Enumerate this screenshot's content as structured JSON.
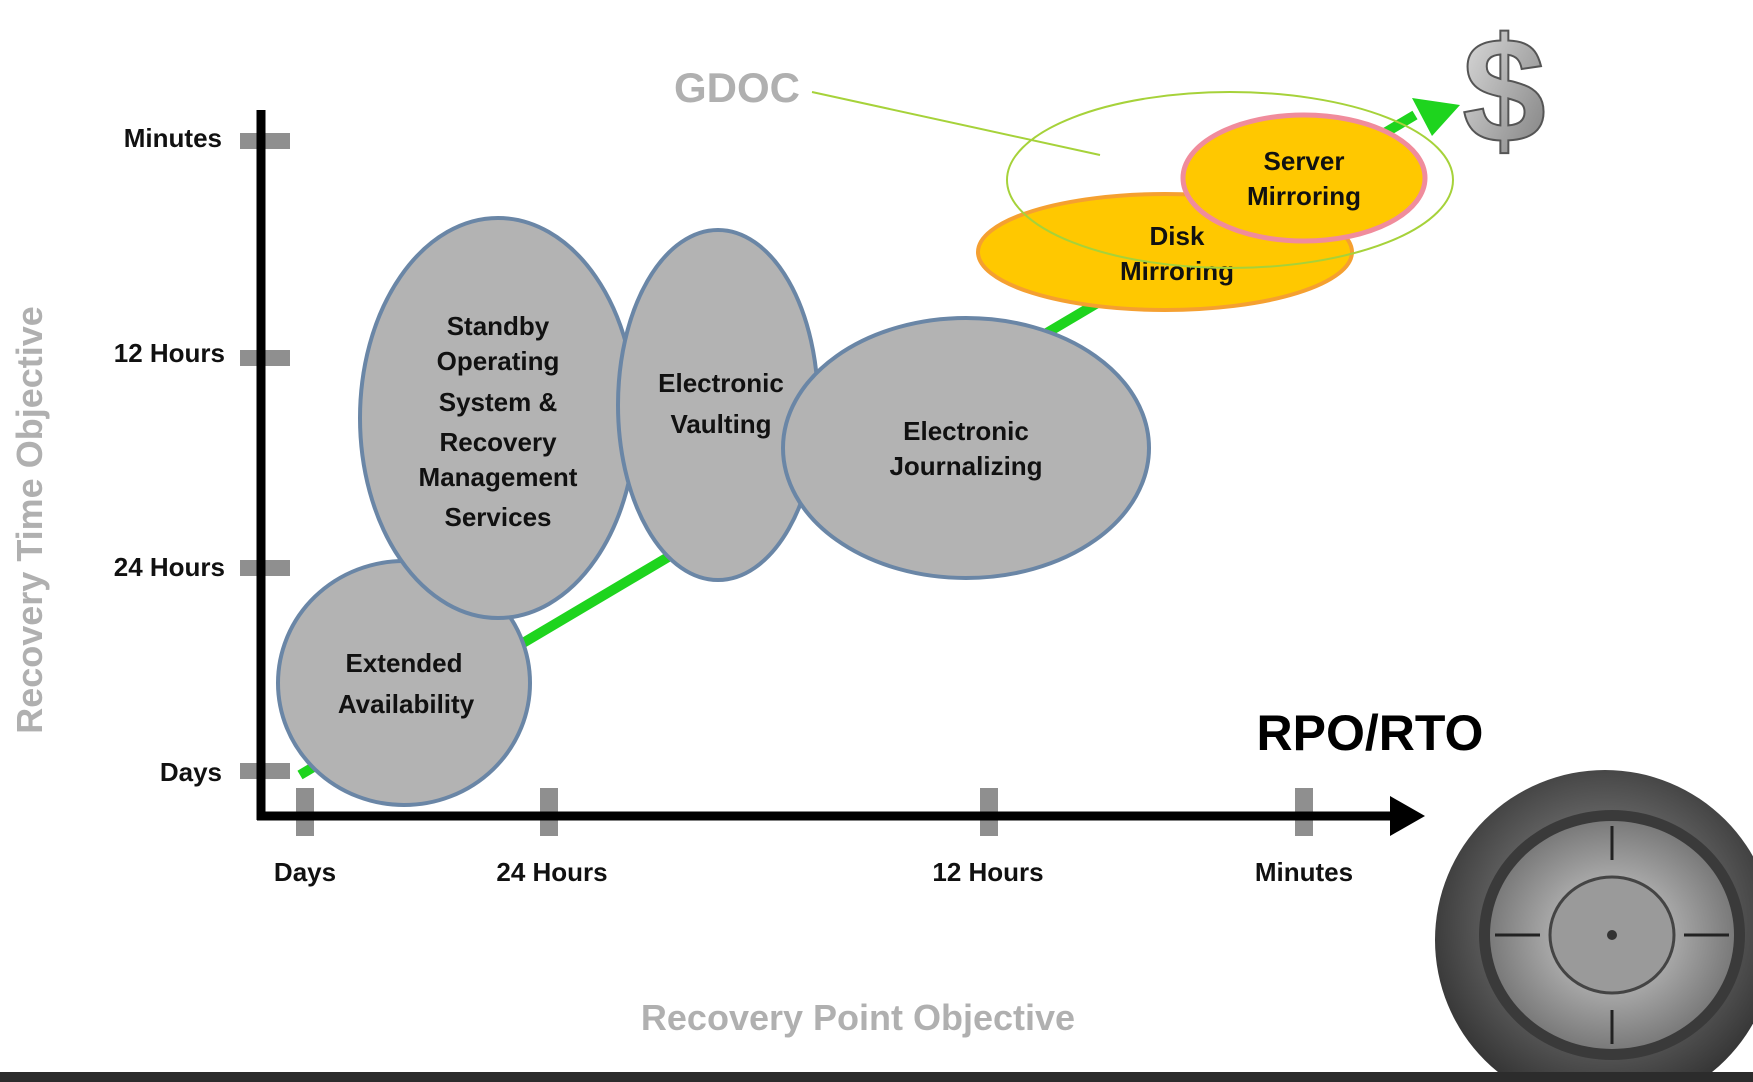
{
  "y_axis": {
    "title": "Recovery Time Objective",
    "ticks": [
      "Minutes",
      "12 Hours",
      "24 Hours",
      "Days"
    ]
  },
  "x_axis": {
    "title": "Recovery Point Objective",
    "ticks": [
      "Days",
      "24 Hours",
      "12 Hours",
      "Minutes"
    ]
  },
  "nodes": {
    "extended": [
      "Extended",
      "Availability"
    ],
    "standby": [
      "Standby",
      "Operating",
      "System &",
      "Recovery",
      "Management",
      "Services"
    ],
    "vaulting": [
      "Electronic",
      "Vaulting"
    ],
    "journalizing": [
      "Electronic",
      "Journalizing"
    ],
    "disk": [
      "Disk",
      "Mirroring"
    ],
    "server": [
      "Server",
      "Mirroring"
    ]
  },
  "gdoc_label": "GDOC",
  "rpo_rto_label": "RPO/RTO",
  "dollar_symbol": "$",
  "colors": {
    "trend_line": "#1ed41e",
    "node_fill": "#b3b3b3",
    "node_stroke": "#6a86a6",
    "disk_fill": "#ffc800",
    "disk_stroke": "#f5a030",
    "server_stroke": "#f08c9c",
    "gdoc_ring": "#a6d23a",
    "axis": "#000000",
    "tick_mark": "#8f8f8f",
    "axis_title": "#b0b0b0"
  }
}
